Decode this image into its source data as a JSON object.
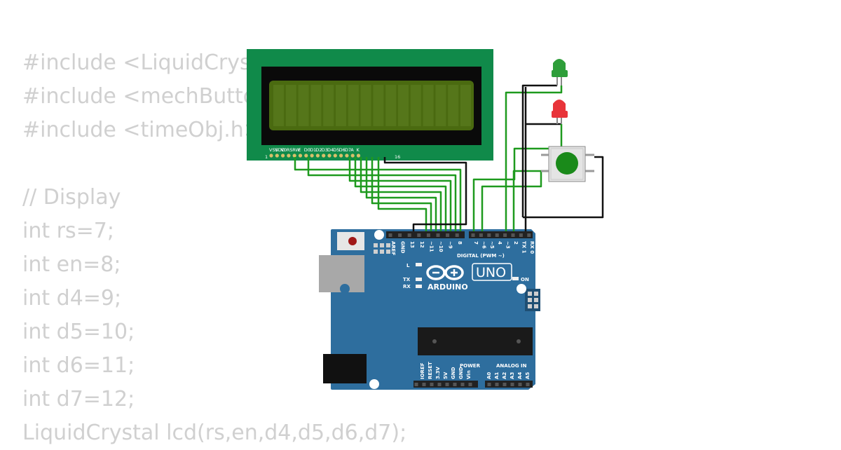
{
  "code": {
    "lines": [
      "#include <LiquidCrystal.h>",
      "#include <mechButton.h>",
      "#include <timeObj.h>",
      "",
      "// Display",
      "int rs=7;",
      "int en=8;",
      "int d4=9;",
      "int d5=10;",
      "int d6=11;",
      "int d7=12;",
      "LiquidCrystal lcd(rs,en,d4,d5,d6,d7);"
    ]
  },
  "lcd": {
    "pin_labels": [
      "VSS",
      "VDD",
      "V0",
      "RS",
      "RW",
      "E",
      "D0",
      "D1",
      "D2",
      "D3",
      "D4",
      "D5",
      "D6",
      "D7",
      "A",
      "K"
    ],
    "first_pin": "1",
    "last_pin": "16"
  },
  "arduino": {
    "brand": "ARDUINO",
    "model": "UNO",
    "on_label": "ON",
    "led_labels": [
      "L",
      "TX",
      "RX"
    ],
    "digital_header": "DIGITAL (PWM ~)",
    "digital_pins": [
      "AREF",
      "GND",
      "13",
      "12",
      "~11",
      "~10",
      "~9",
      "8",
      "7",
      "~6",
      "~5",
      "4",
      "~3",
      "2",
      "TX 1",
      "RX 0"
    ],
    "power_header": "POWER",
    "analog_header": "ANALOG IN",
    "power_pins": [
      "IOREF",
      "RESET",
      "3.3V",
      "5V",
      "GND",
      "GND",
      "Vin"
    ],
    "analog_pins": [
      "A0",
      "A1",
      "A2",
      "A3",
      "A4",
      "A5"
    ]
  },
  "leds": [
    {
      "name": "green-led",
      "color": "#2e9e3a"
    },
    {
      "name": "red-led",
      "color": "#e8343a"
    }
  ],
  "button": {
    "color": "#1a8a1a"
  },
  "colors": {
    "code_text": "#d0d0d0",
    "lcd_pcb": "#108a4a",
    "lcd_screen": "#4a6a10",
    "board": "#2e6e9e",
    "wire_green": "#1e9a1e",
    "wire_black": "#111111"
  }
}
